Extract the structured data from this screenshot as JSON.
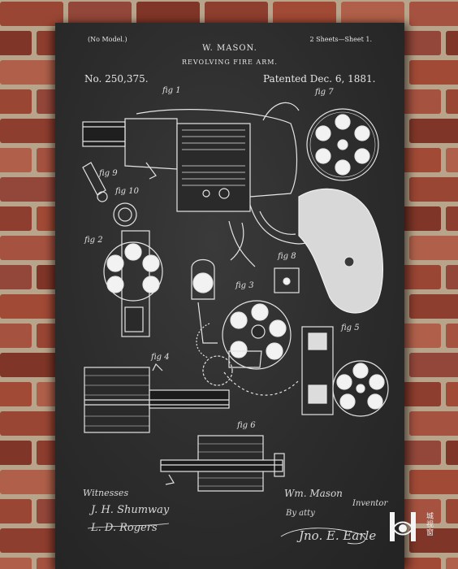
{
  "header": {
    "no_model": "(No Model.)",
    "inventor_name": "W. MASON.",
    "sheets": "2 Sheets—Sheet 1.",
    "invention": "REVOLVING FIRE ARM.",
    "patent_number": "No. 250,375.",
    "patented_date": "Patented Dec. 6, 1881."
  },
  "figures": {
    "fig1": "fig 1",
    "fig2": "fig 2",
    "fig3": "fig 3",
    "fig4": "fig 4",
    "fig5": "fig 5",
    "fig6": "fig 6",
    "fig7": "fig 7",
    "fig8": "fig 8",
    "fig9": "fig 9",
    "fig10": "fig 10"
  },
  "signatures": {
    "witnesses_label": "Witnesses",
    "witness_1": "J. H. Shumway",
    "witness_2": "L. D. Rogers",
    "inventor_signature": "Wm. Mason",
    "inventor_role": "Inventor",
    "attorney_label": "By atty",
    "attorney_signature": "Jno. E. Earle"
  },
  "watermark": {
    "text": "城视窗",
    "icon": "eye-logo-icon"
  },
  "colors": {
    "chalkboard": "#2c2c2c",
    "chalk": "#e6e6e6",
    "brick": "#9a4634",
    "mortar": "#b8a48a"
  }
}
